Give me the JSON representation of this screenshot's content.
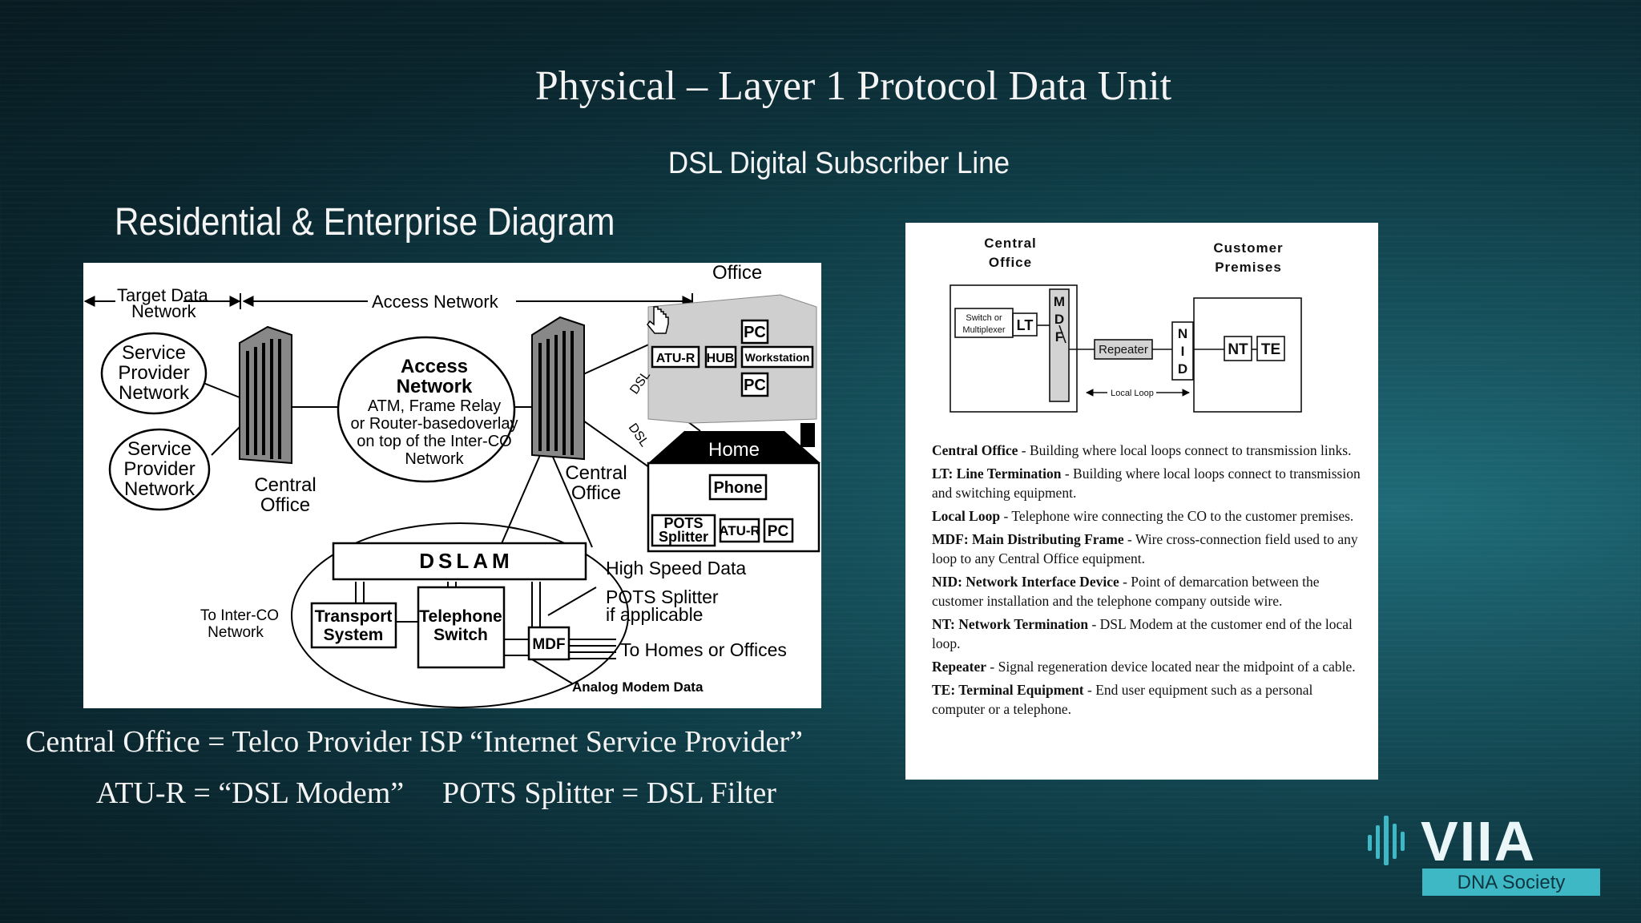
{
  "slide": {
    "title": "Physical – Layer 1 Protocol Data Unit",
    "subtitle": "DSL Digital Subscriber Line",
    "section_heading": "Residential & Enterprise Diagram",
    "captions": [
      "Central Office = Telco Provider ISP “Internet Service Provider”",
      "ATU-R = “DSL Modem”",
      "POTS Splitter = DSL Filter"
    ]
  },
  "left_diagram": {
    "target_data_network": [
      "Target Data",
      "Network"
    ],
    "access_network_arrow": "Access Network",
    "office": "Office",
    "service_provider_1": [
      "Service",
      "Provider",
      "Network"
    ],
    "service_provider_2": [
      "Service",
      "Provider",
      "Network"
    ],
    "central_office_left": [
      "Central",
      "Office"
    ],
    "access_cloud": [
      "Access",
      "Network",
      "ATM, Frame Relay",
      "or Router-basedoverlay",
      "on top of the Inter-CO",
      "Network"
    ],
    "central_office_right": [
      "Central",
      "Office"
    ],
    "atu_r": "ATU-R",
    "hub": "HUB",
    "pc_1": "PC",
    "workstation": "Workstation",
    "pc_2": "PC",
    "dsl_1": "DSL",
    "dsl_2": "DSL",
    "home": "Home",
    "phone": "Phone",
    "pots_splitter_box": [
      "POTS",
      "Splitter"
    ],
    "home_atu_r": "ATU-R",
    "home_pc": "PC",
    "dslam": "DSLAM",
    "high_speed_data": "High Speed Data",
    "pots_splitter_note": [
      "POTS Splitter",
      "if applicable"
    ],
    "to_inter_co": [
      "To Inter-CO",
      "Network"
    ],
    "transport_system": [
      "Transport",
      "System"
    ],
    "telephone_switch": [
      "Telephone",
      "Switch"
    ],
    "mdf": "MDF",
    "to_homes": "To Homes or Offices",
    "analog_modem": "Analog Modem Data"
  },
  "right_diagram": {
    "central_office": [
      "Central",
      "Office"
    ],
    "customer_premises": [
      "Customer",
      "Premises"
    ],
    "switch_mux": [
      "Switch or",
      "Multiplexer"
    ],
    "lt": "LT",
    "mdf_letters": [
      "M",
      "D",
      "F"
    ],
    "repeater": "Repeater",
    "nid_letters": [
      "N",
      "I",
      "D"
    ],
    "nt": "NT",
    "te": "TE",
    "local_loop": "Local Loop"
  },
  "legend": [
    {
      "term": "Central Office",
      "desc": " - Building where local loops connect to transmission links."
    },
    {
      "term": "LT: Line Termination",
      "desc": " - Building where local loops connect to transmission and switching equipment."
    },
    {
      "term": "Local Loop",
      "desc": " - Telephone wire connecting the CO to the customer premises."
    },
    {
      "term": "MDF: Main Distributing Frame",
      "desc": " - Wire cross-connection field used to any loop to any Central Office equipment."
    },
    {
      "term": "NID: Network Interface Device",
      "desc": " - Point of demarcation between the customer installation and the telephone company outside wire."
    },
    {
      "term": "NT: Network Termination",
      "desc": " - DSL Modem at the customer end of the local loop."
    },
    {
      "term": "Repeater",
      "desc": " - Signal regeneration device located near the midpoint of a cable."
    },
    {
      "term": "TE: Terminal Equipment",
      "desc": " - End user equipment such as a personal computer or a telephone."
    }
  ],
  "logo": {
    "name": "VIIA",
    "tagline": "DNA Society",
    "accent_color": "#3fb8c6"
  }
}
